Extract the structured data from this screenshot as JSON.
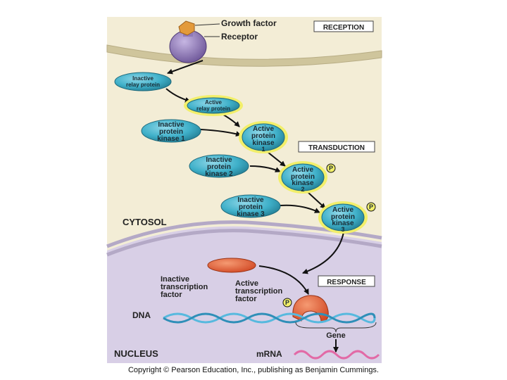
{
  "labels": {
    "growth_factor": "Growth factor",
    "receptor": "Receptor",
    "reception": "RECEPTION",
    "transduction": "TRANSDUCTION",
    "response": "RESPONSE",
    "cytosol": "CYTOSOL",
    "nucleus": "NUCLEUS",
    "dna": "DNA",
    "mrna": "mRNA",
    "gene": "Gene",
    "inactive_tf": [
      "Inactive",
      "transcription",
      "factor"
    ],
    "active_tf": [
      "Active",
      "transcription",
      "factor"
    ],
    "phosphate": "P"
  },
  "relay": {
    "inactive": [
      "Inactive",
      "relay protein"
    ],
    "active": [
      "Active",
      "relay protein"
    ]
  },
  "kinases": {
    "inactive": [
      [
        "Inactive",
        "protein",
        "kinase 1"
      ],
      [
        "Inactive",
        "protein",
        "kinase 2"
      ],
      [
        "Inactive",
        "protein",
        "kinase 3"
      ]
    ],
    "active": [
      [
        "Active",
        "protein",
        "kinase",
        "1"
      ],
      [
        "Active",
        "protein",
        "kinase",
        "2"
      ],
      [
        "Active",
        "protein",
        "kinase",
        "3"
      ]
    ]
  },
  "copyright": "Copyright © Pearson Education, Inc., publishing as Benjamin Cummings.",
  "colors": {
    "cytosol": "#f3edd6",
    "nucleus": "#d8cfe6",
    "protein": "#3fb0c9",
    "active_glow": "#f2ef6a",
    "receptor": "#8f79b8",
    "growth_factor": "#e39a3a",
    "transcription_factor": "#e5603a",
    "dna": "#57b9de",
    "mrna": "#e26aa6"
  }
}
